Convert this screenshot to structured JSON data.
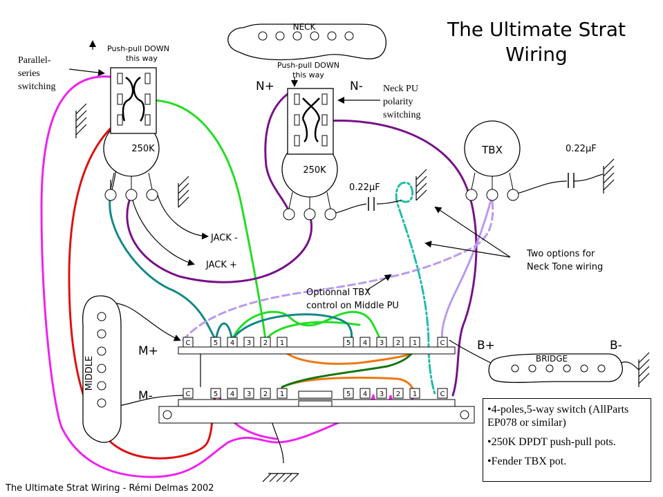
{
  "title_line1": "The Ultimate Strat",
  "title_line2": "Wiring",
  "footer": "The Ultimate Strat Wiring - Rémi Delmas 2002",
  "pickups": {
    "neck": "NECK",
    "middle": "MIDDLE",
    "bridge": "BRIDGE"
  },
  "pots": {
    "left_value": "250K",
    "center_value": "250K",
    "tbx": "TBX"
  },
  "labels": {
    "push_pull_left_1": "Push-pull DOWN",
    "push_pull_left_2": "this way",
    "push_pull_center_1": "Push-pull DOWN",
    "push_pull_center_2": "this way",
    "parallel_1": "Parallel-",
    "parallel_2": "series",
    "parallel_3": "switching",
    "neck_polarity_1": "Neck PU",
    "neck_polarity_2": "polarity",
    "neck_polarity_3": "switching",
    "n_plus": "N+",
    "n_minus": "N-",
    "b_plus": "B+",
    "b_minus": "B-",
    "m_plus": "M+",
    "m_minus": "M-",
    "cap_center": "0.22µF",
    "cap_right": "0.22µF",
    "jack_minus": "JACK -",
    "jack_plus": "JACK +",
    "two_options_1": "Two options for",
    "two_options_2": "Neck Tone wiring",
    "optional_tbx_1": "Optionnal TBX",
    "optional_tbx_2": "control on Middle PU"
  },
  "switch_terminals": {
    "row_left": [
      "C",
      "5",
      "4",
      "3",
      "2",
      "1"
    ],
    "row_right": [
      "5",
      "4",
      "3",
      "2",
      "1",
      "C"
    ]
  },
  "notes": [
    "•4-poles,5-way switch (AllParts EP078 or similar)",
    "•250K DPDT push-pull pots.",
    "•Fender TBX pot."
  ],
  "colors": {
    "magenta": "#ee22ee",
    "red": "#dd1111",
    "green": "#22dd22",
    "teal": "#118888",
    "purple": "#771188",
    "orange": "#ee7711",
    "darkgreen": "#117711",
    "lavender": "#bb99ee",
    "cyan_dashdot": "#22bbaa"
  }
}
